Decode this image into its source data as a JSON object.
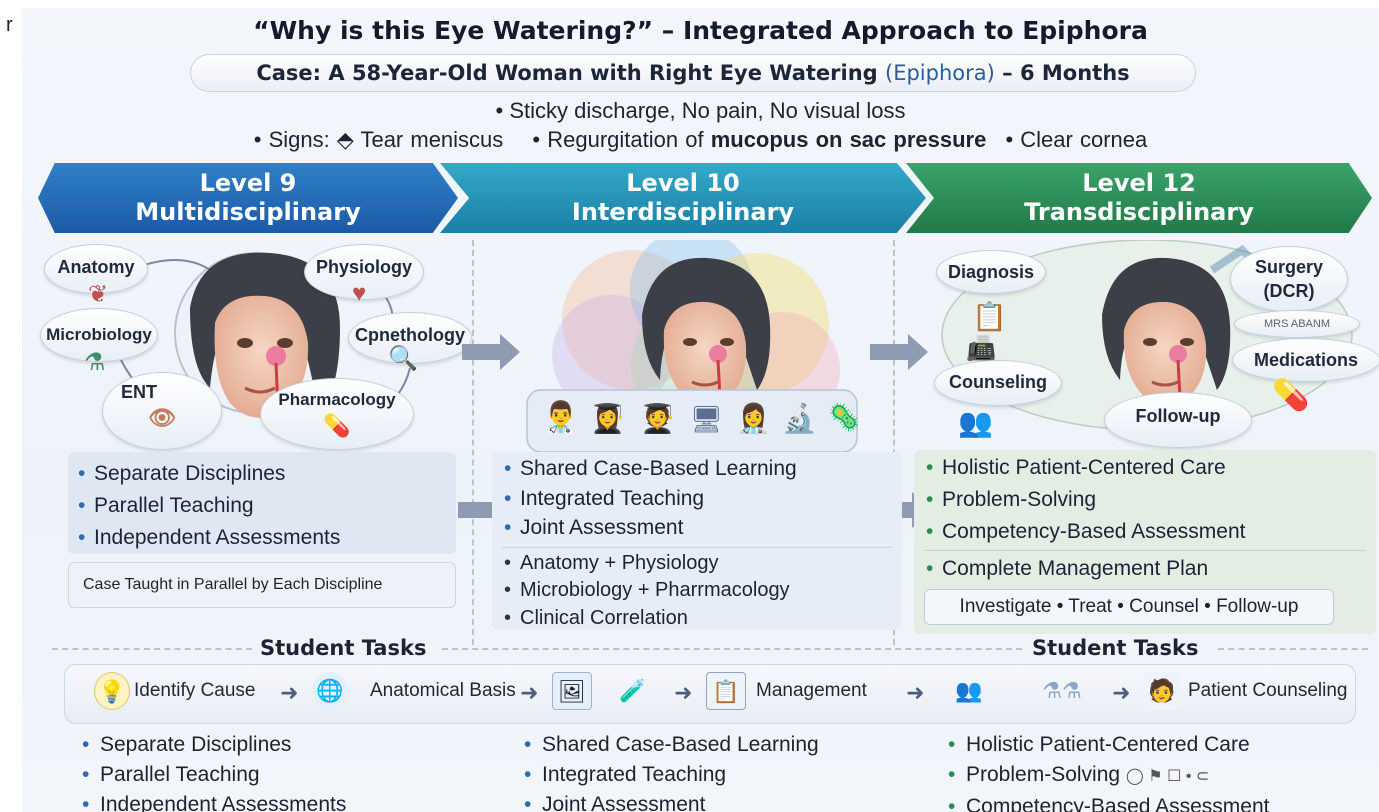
{
  "stray_char": "r",
  "title": "“Why is this Eye Watering?” – Integrated Approach to Epiphora",
  "case": {
    "prefix": "Case: A 58-Year-Old Woman with Right Eye Watering",
    "paren": "(Epiphora)",
    "suffix": "– 6 Months"
  },
  "symptoms": {
    "line1": "• Sticky discharge, No pain, No visual loss",
    "signs_a": "• Signs: ⬘ Tear meniscus",
    "signs_b_pre": "• Regurgitation of",
    "signs_b_bold": "mucopus on sac pressure",
    "signs_c": "• Clear cornea"
  },
  "levels": [
    {
      "level": "Level 9",
      "name": "Multidisciplinary",
      "color": "#1d5aa6"
    },
    {
      "level": "Level 10",
      "name": "Interdisciplinary",
      "color": "#1c7fa6"
    },
    {
      "level": "Level 12",
      "name": "Transdisciplinary",
      "color": "#217a48"
    }
  ],
  "level9_bubbles": [
    "Anatomy",
    "Physiology",
    "Microbiology",
    "Cpnethology",
    "ENT",
    "Pharmacology"
  ],
  "level12_bubbles": {
    "diagnosis": "Diagnosis",
    "surgery_1": "Surgery",
    "surgery_2": "(DCR)",
    "medications": "Medications",
    "counseling": "Counseling",
    "followup": "Follow-up",
    "label_tag": "MRS ABANM"
  },
  "panel9": {
    "items": [
      "Separate Disciplines",
      "Parallel Teaching",
      "Independent Assessments"
    ],
    "note": "Case Taught in Parallel by Each Discipline"
  },
  "panel10": {
    "items": [
      "Shared Case-Based Learning",
      "Integrated Teaching",
      "Joint Assessment"
    ],
    "sub": [
      "Anatomy + Physiology",
      "Microbiology + Pharrmacology",
      "Clinical Correlation"
    ]
  },
  "panel12": {
    "items": [
      "Holistic Patient-Centered Care",
      "Problem-Solving",
      "Competency-Based Assessment"
    ],
    "plan": "Complete Management Plan",
    "steps": "Investigate • Treat • Counsel • Follow-up"
  },
  "student_tasks_label": "Student Tasks",
  "tasks": [
    "Identify Cause",
    "Anatomical Basis",
    "Management",
    "Patient Counseling"
  ],
  "bottom": {
    "col1": [
      "Separate Disciplines",
      "Parallel Teaching",
      "Independent Assessments"
    ],
    "col2": [
      "Shared Case-Based Learning",
      "Integrated Teaching",
      "Joint Assessment"
    ],
    "col3": [
      "Holistic Patient-Centered Care",
      "Problem-Solving",
      "Competency-Based Assessment"
    ]
  },
  "colors": {
    "blue_band": "#1d5aa6",
    "teal_band": "#1c7fa6",
    "green_band": "#217a48",
    "panel_blue": "#dfe7f3",
    "panel_green": "#e3ede4"
  }
}
